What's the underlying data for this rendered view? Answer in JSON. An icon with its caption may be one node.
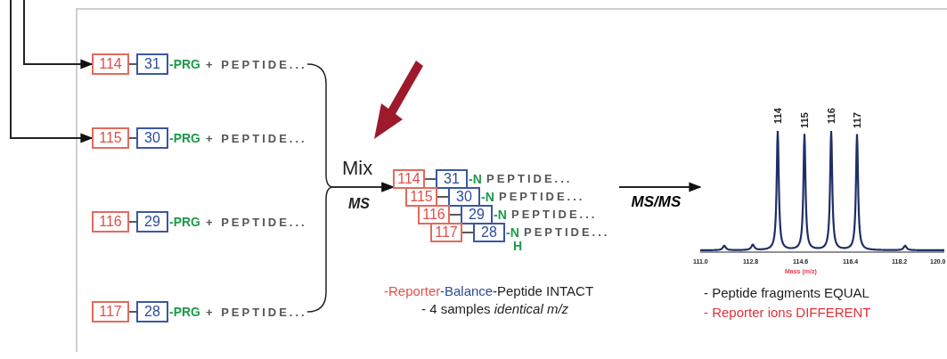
{
  "diagram": {
    "nodes": [
      {
        "text": [
          "114"
        ]
      },
      {
        "text": [
          "31"
        ],
        "beside": [
          "-PRG",
          "+ PEPTIDE..."
        ]
      },
      {
        "text": [
          "115"
        ]
      },
      {
        "text": [
          "30"
        ],
        "beside": [
          "-PRG",
          "+ PEPTIDE..."
        ]
      },
      {
        "text": [
          "116"
        ]
      },
      {
        "text": [
          "29"
        ],
        "beside": [
          "-PRG",
          "+ PEPTIDE..."
        ]
      },
      {
        "text": [
          "117"
        ]
      },
      {
        "text": [
          "28"
        ],
        "beside": [
          "-PRG",
          "+ PEPTIDE..."
        ]
      },
      {
        "text": [
          "114"
        ]
      },
      {
        "text": [
          "31"
        ],
        "beside": [
          "-N",
          "PEPTIDE..."
        ]
      },
      {
        "text": [
          "115"
        ]
      },
      {
        "text": [
          "30"
        ],
        "beside": [
          "-N",
          "PEPTIDE..."
        ]
      },
      {
        "text": [
          "116"
        ]
      },
      {
        "text": [
          "29"
        ],
        "beside": [
          "-N",
          "PEPTIDE..."
        ]
      },
      {
        "text": [
          "117"
        ]
      },
      {
        "text": [
          "28"
        ],
        "beside": [
          "-N",
          "PEPTIDE...",
          "H"
        ]
      },
      {
        "text": [],
        "shape": "picture",
        "beside": [
          "114",
          "115",
          "116",
          "117"
        ]
      }
    ],
    "edges": [
      {
        "from": null,
        "to": 0,
        "arrow": "to"
      },
      {
        "from": null,
        "to": 2,
        "arrow": "to"
      },
      {
        "from": 0,
        "to": 1,
        "arrow": "none"
      },
      {
        "from": 2,
        "to": 3,
        "arrow": "none"
      },
      {
        "from": 4,
        "to": 5,
        "arrow": "none"
      },
      {
        "from": 6,
        "to": 7,
        "arrow": "none"
      },
      {
        "from": 8,
        "to": 9,
        "arrow": "none"
      },
      {
        "from": 10,
        "to": 11,
        "arrow": "none"
      },
      {
        "from": 12,
        "to": 13,
        "arrow": "none"
      },
      {
        "from": 14,
        "to": 15,
        "arrow": "none"
      },
      {
        "from": 1,
        "to": 8,
        "arrow": "to"
      },
      {
        "from": 7,
        "to": 8,
        "arrow": "to"
      },
      {
        "from": null,
        "to": 16,
        "arrow": "to",
        "label": "MS/MS"
      }
    ],
    "labels": [
      "Mix",
      "MS",
      "111.0",
      "112.8",
      "114.6",
      "116.4",
      "118.2",
      "120.0",
      "Mass (m/z)",
      "-Reporter",
      "-Balance",
      "-Peptide INTACT",
      "- 4 samples *identical m/z*",
      "- Peptide fragments EQUAL",
      "- Reporter ions DIFFERENT"
    ]
  }
}
